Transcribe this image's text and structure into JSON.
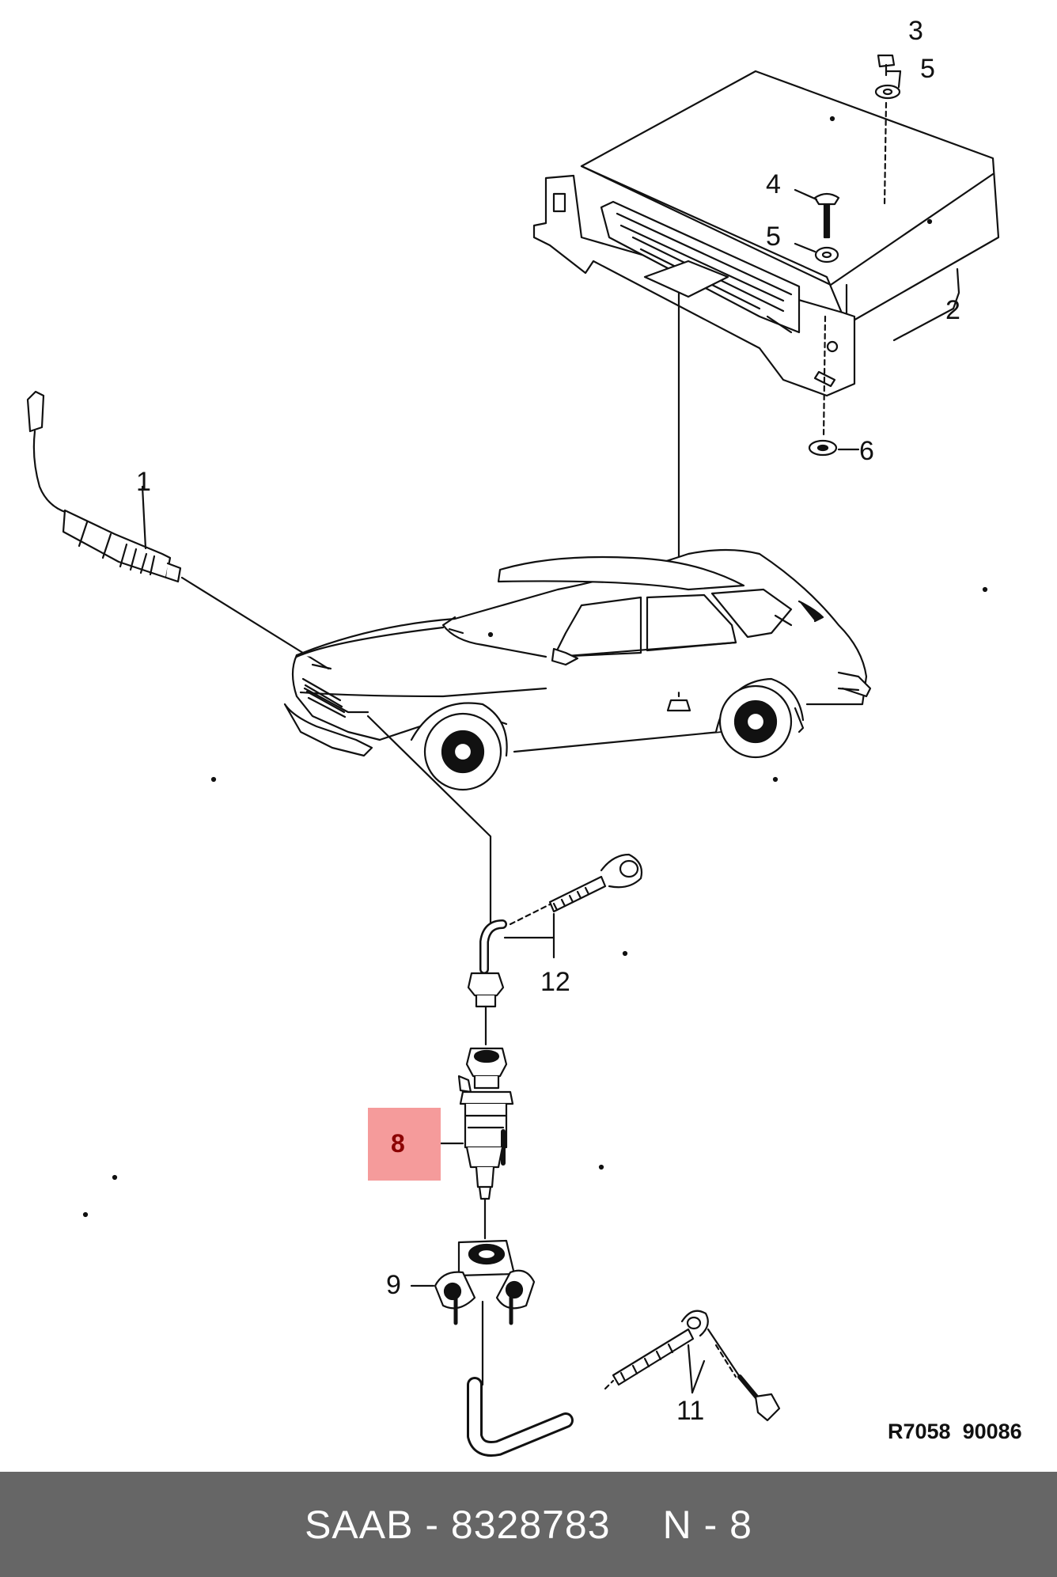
{
  "callouts": {
    "c1": "1",
    "c2": "2",
    "c3": "3",
    "c4": "4",
    "c5a": "5",
    "c5b": "5",
    "c6": "6",
    "c8": "8",
    "c9": "9",
    "c11": "11",
    "c12": "12"
  },
  "reference_code": "R7058  90086",
  "highlight": {
    "color": "#f59b9b",
    "label_color": "#8b0000"
  },
  "footer": {
    "part": "SAAB - 8328783",
    "position": "N - 8",
    "background": "#666666"
  }
}
